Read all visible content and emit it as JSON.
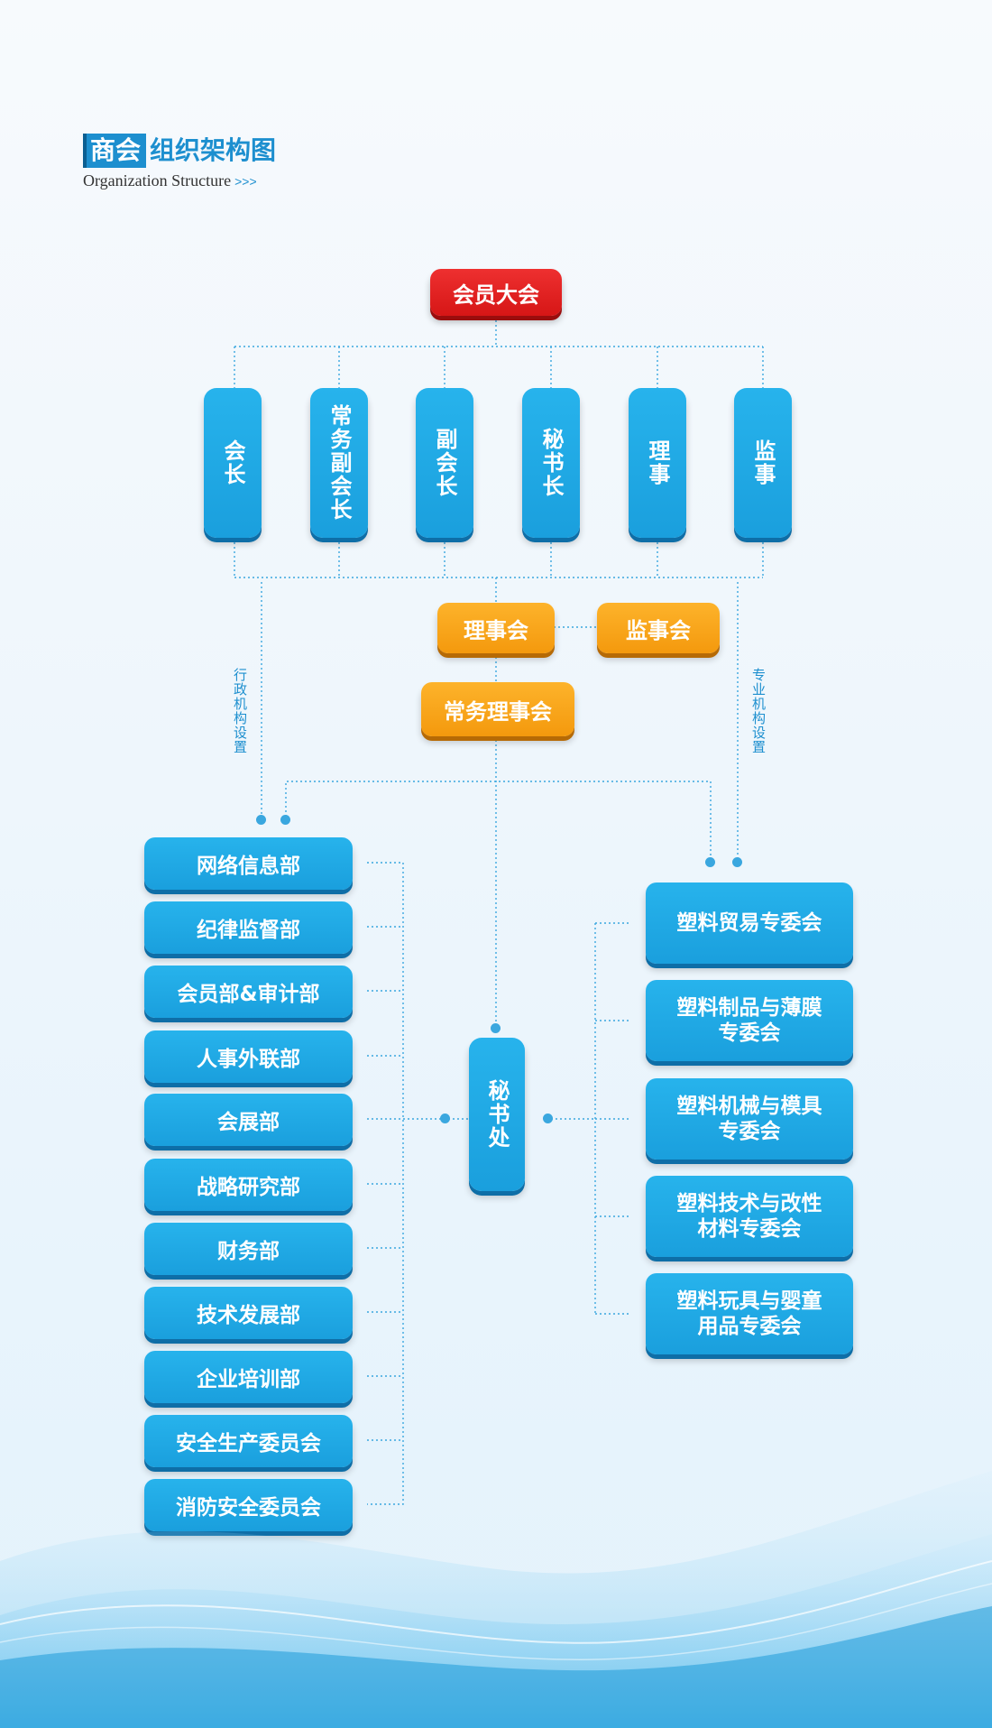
{
  "title": {
    "highlight": "商会",
    "rest": "组织架构图",
    "subtitle": "Organization Structure",
    "arrows": ">>>"
  },
  "top": "会员大会",
  "officers": [
    "会长",
    "常务副会长",
    "副会长",
    "秘书长",
    "理事",
    "监事"
  ],
  "councils": {
    "board": "理事会",
    "supervisors": "监事会",
    "standing": "常务理事会"
  },
  "secretariat": "秘书处",
  "side_labels": {
    "left": "行政机构设置",
    "right": "专业机构设置"
  },
  "departments": [
    "网络信息部",
    "纪律监督部",
    "会员部&审计部",
    "人事外联部",
    "会展部",
    "战略研究部",
    "财务部",
    "技术发展部",
    "企业培训部",
    "安全生产委员会",
    "消防安全委员会"
  ],
  "committees": [
    {
      "line1": "塑料贸易专委会",
      "line2": ""
    },
    {
      "line1": "塑料制品与薄膜",
      "line2": "专委会"
    },
    {
      "line1": "塑料机械与模具",
      "line2": "专委会"
    },
    {
      "line1": "塑料技术与改性",
      "line2": "材料专委会"
    },
    {
      "line1": "塑料玩具与婴童",
      "line2": "用品专委会"
    }
  ],
  "colors": {
    "red": "#e12424",
    "orange": "#f8a41c",
    "blue": "#22a9e6",
    "line": "#3aa7df"
  }
}
